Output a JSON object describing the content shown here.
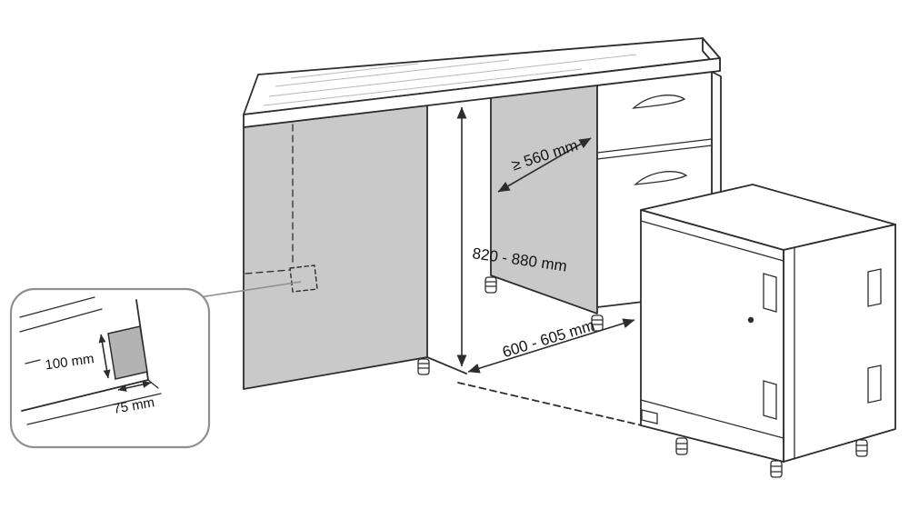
{
  "diagram": {
    "colors": {
      "line": "#2d2d2d",
      "panel_fill": "#c9c9c9",
      "notch_fill": "#b3b3b3",
      "callout_border": "#8f8f8f",
      "background": "#ffffff"
    },
    "labels": {
      "niche_depth": "≥ 560 mm",
      "niche_height": "820 - 880 mm",
      "niche_width": "600 - 605 mm",
      "notch_height": "100 mm",
      "notch_width": "75 mm"
    }
  }
}
